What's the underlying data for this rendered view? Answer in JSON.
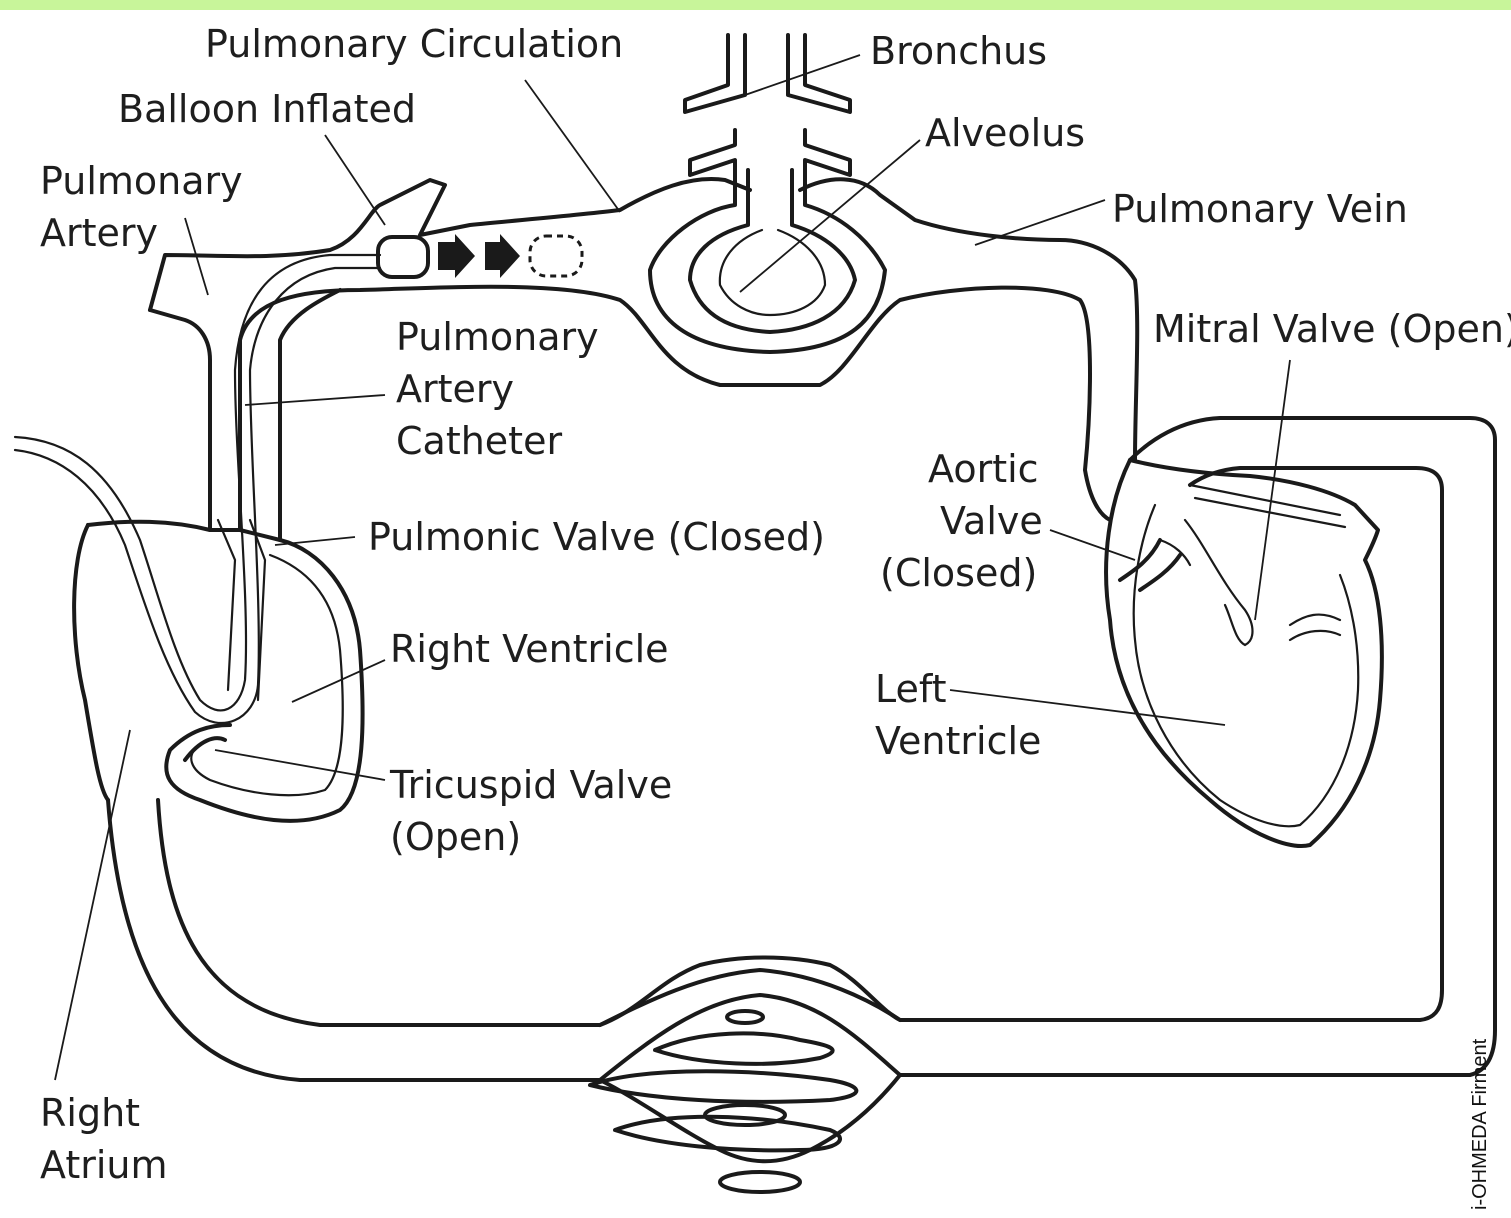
{
  "colors": {
    "top_bar": "#c8f59a",
    "ink": "#1a1a1a"
  },
  "labels": {
    "pulmonary_circulation": "Pulmonary Circulation",
    "bronchus": "Bronchus",
    "balloon_inflated": "Balloon Inflated",
    "alveolus": "Alveolus",
    "pulmonary_artery_l1": "Pulmonary",
    "pulmonary_artery_l2": "Artery",
    "pulmonary_vein": "Pulmonary Vein",
    "mitral_valve": "Mitral Valve (Open)",
    "catheter_l1": "Pulmonary",
    "catheter_l2": "Artery",
    "catheter_l3": "Catheter",
    "aortic_valve_l1": "Aortic",
    "aortic_valve_l2": "Valve",
    "aortic_valve_l3": "(Closed)",
    "pulmonic_valve": "Pulmonic Valve (Closed)",
    "right_ventricle": "Right Ventricle",
    "left_ventricle_l1": "Left",
    "left_ventricle_l2": "Ventricle",
    "tricuspid_valve_l1": "Tricuspid Valve",
    "tricuspid_valve_l2": "(Open)",
    "right_atrium_l1": "Right",
    "right_atrium_l2": "Atrium",
    "credit": "i-OHMEDA Firment"
  }
}
